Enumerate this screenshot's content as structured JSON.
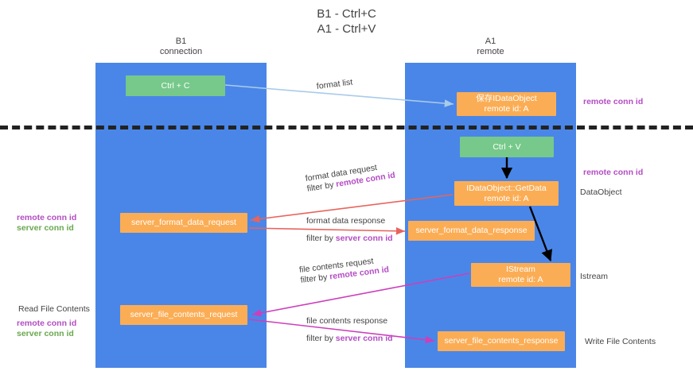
{
  "title": {
    "line1": "B1 - Ctrl+C",
    "line2": "A1 - Ctrl+V"
  },
  "lanes": [
    {
      "id": "b1",
      "title": "B1",
      "subtitle": "connection",
      "color": "#4a86e8"
    },
    {
      "id": "a1",
      "title": "A1",
      "subtitle": "remote",
      "color": "#4a86e8"
    }
  ],
  "nodes": {
    "ctrl_c": {
      "line1": "Ctrl + C",
      "color": "#76c98a"
    },
    "save_idataobject": {
      "line1": "保存IDataObject",
      "line2": "remote id: A",
      "color": "#fbad55"
    },
    "ctrl_v": {
      "line1": "Ctrl + V",
      "color": "#76c98a"
    },
    "getdata": {
      "line1": "IDataObject::GetData",
      "line2": "remote id: A",
      "color": "#fbad55"
    },
    "server_format_data_request": {
      "line1": "server_format_data_request",
      "color": "#fbad55"
    },
    "server_format_data_response": {
      "line1": "server_format_data_response",
      "color": "#fbad55"
    },
    "istream": {
      "line1": "IStream",
      "line2": "remote id: A",
      "color": "#fbad55"
    },
    "server_file_contents_request": {
      "line1": "server_file_contents_request",
      "color": "#fbad55"
    },
    "server_file_contents_response": {
      "line1": "server_file_contents_response",
      "color": "#fbad55"
    }
  },
  "edge_labels": {
    "format_list": "format list",
    "format_data_request": "format data request",
    "format_data_request_filter_prefix": "filter by ",
    "format_data_request_filter_key": "remote conn id",
    "format_data_response": "format data response",
    "format_data_response_filter_prefix": "filter by ",
    "format_data_response_filter_key": "server conn id",
    "file_contents_request": "file contents request",
    "file_contents_request_filter_prefix": "filter by ",
    "file_contents_request_filter_key": "remote conn id",
    "file_contents_response": "file contents response",
    "file_contents_response_filter_prefix": "filter by ",
    "file_contents_response_filter_key": "server conn id"
  },
  "side_labels": {
    "remote_conn_id_top": "remote conn id",
    "remote_conn_id_mid": "remote conn id",
    "dataobject": "DataObject",
    "istream": "Istream",
    "write_file_contents": "Write File Contents",
    "read_file_contents": "Read File Contents",
    "left_remote_conn_id_1": "remote conn id",
    "left_server_conn_id_1": "server conn id",
    "left_remote_conn_id_2": "remote conn id",
    "left_server_conn_id_2": "server conn id"
  },
  "colors": {
    "lane": "#4a86e8",
    "green_node": "#76c98a",
    "orange_node": "#fbad55",
    "purple_text": "#b44cc4",
    "green_text": "#6aa84f",
    "arrow_blue": "#a8cbea",
    "arrow_red": "#e8645c",
    "arrow_magenta": "#cc3fbb",
    "arrow_black": "#000000",
    "divider": "#222222",
    "body_text": "#434343"
  }
}
